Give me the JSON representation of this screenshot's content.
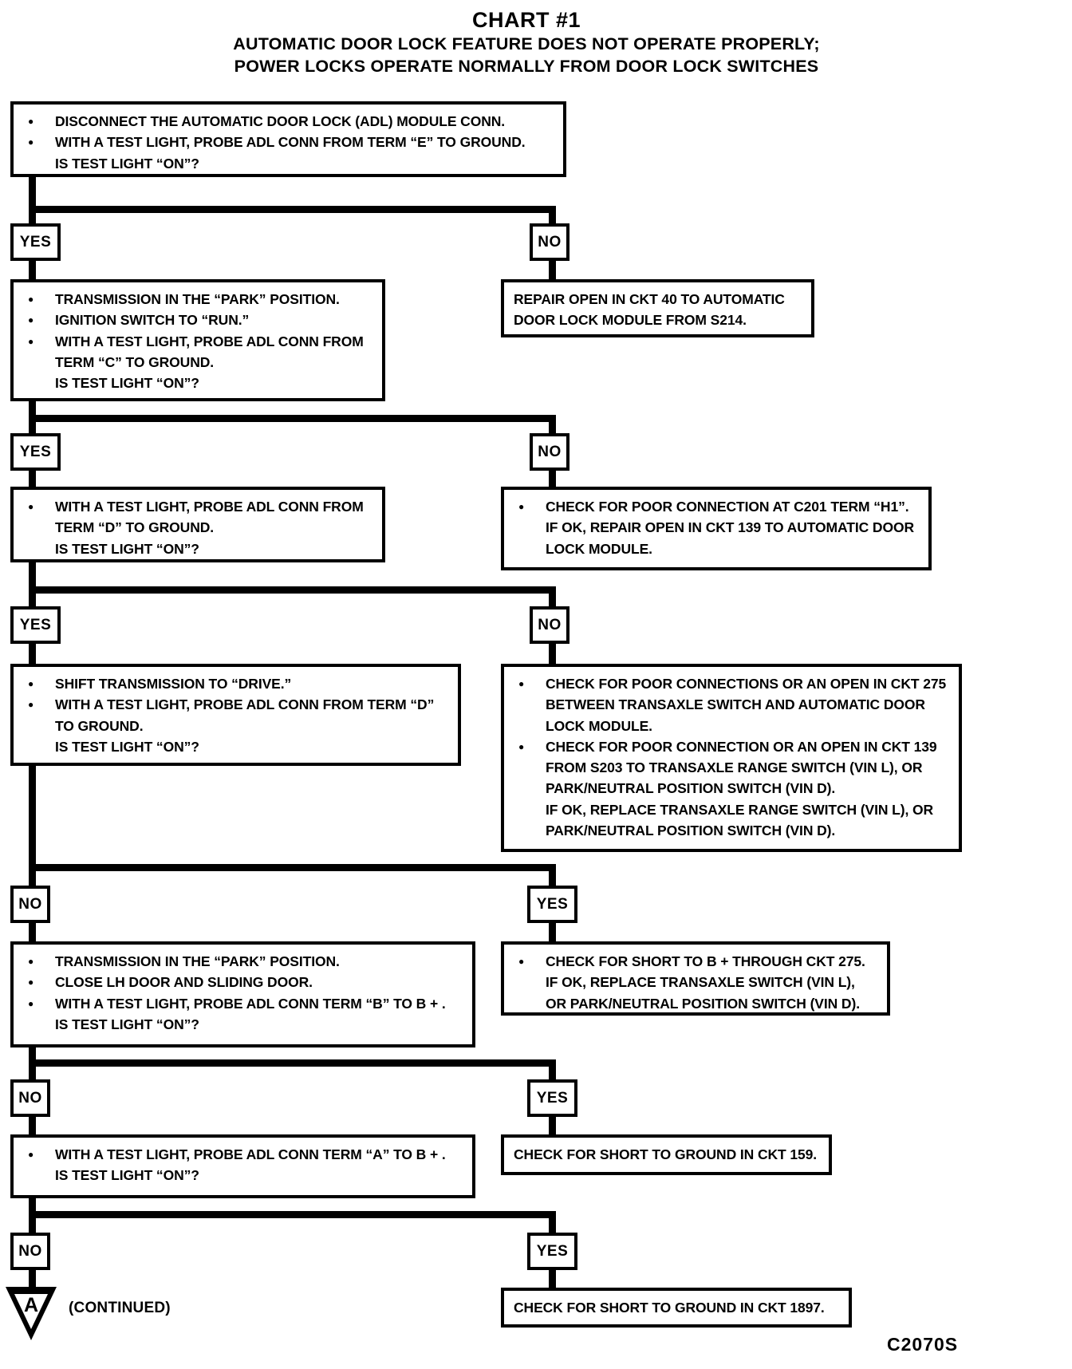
{
  "title": {
    "chart_no": "CHART #1",
    "line1": "AUTOMATIC DOOR LOCK FEATURE DOES NOT OPERATE PROPERLY;",
    "line2": "POWER LOCKS OPERATE NORMALLY FROM DOOR LOCK SWITCHES"
  },
  "boxes": {
    "q1": {
      "lines": [
        {
          "b": "●",
          "t": "DISCONNECT THE AUTOMATIC DOOR LOCK (ADL) MODULE CONN."
        },
        {
          "b": "●",
          "t": "WITH A TEST LIGHT, PROBE ADL CONN FROM TERM “E” TO GROUND."
        },
        {
          "b": "",
          "t": "IS TEST LIGHT “ON”?"
        }
      ]
    },
    "q2": {
      "lines": [
        {
          "b": "●",
          "t": "TRANSMISSION IN THE “PARK” POSITION."
        },
        {
          "b": "●",
          "t": "IGNITION SWITCH TO “RUN.”"
        },
        {
          "b": "●",
          "t": "WITH A TEST LIGHT, PROBE ADL CONN FROM TERM “C” TO GROUND."
        },
        {
          "b": "",
          "t": "IS TEST LIGHT “ON”?"
        }
      ]
    },
    "r2": {
      "text": "REPAIR OPEN IN CKT 40 TO AUTOMATIC DOOR LOCK MODULE FROM S214."
    },
    "q3": {
      "lines": [
        {
          "b": "●",
          "t": "WITH A TEST LIGHT, PROBE ADL CONN FROM TERM “D” TO GROUND."
        },
        {
          "b": "",
          "t": "IS TEST LIGHT “ON”?"
        }
      ]
    },
    "r3": {
      "lines": [
        {
          "b": "●",
          "t": "CHECK FOR POOR CONNECTION AT C201 TERM “H1”."
        },
        {
          "b": "",
          "t": "IF OK, REPAIR OPEN IN CKT 139 TO AUTOMATIC DOOR LOCK MODULE."
        }
      ]
    },
    "q4": {
      "lines": [
        {
          "b": "●",
          "t": "SHIFT TRANSMISSION TO “DRIVE.”"
        },
        {
          "b": "●",
          "t": "WITH A TEST LIGHT, PROBE ADL CONN FROM TERM “D” TO GROUND."
        },
        {
          "b": "",
          "t": "IS TEST LIGHT “ON”?"
        }
      ]
    },
    "r4": {
      "lines": [
        {
          "b": "●",
          "t": "CHECK FOR POOR CONNECTIONS OR AN OPEN IN CKT 275 BETWEEN TRANSAXLE SWITCH AND AUTOMATIC DOOR LOCK MODULE."
        },
        {
          "b": "●",
          "t": "CHECK FOR POOR CONNECTION OR AN OPEN IN CKT 139 FROM S203 TO TRANSAXLE RANGE SWITCH (VIN L), OR PARK/NEUTRAL POSITION SWITCH (VIN D)."
        },
        {
          "b": "",
          "t": "IF OK, REPLACE TRANSAXLE RANGE SWITCH (VIN L), OR PARK/NEUTRAL POSITION SWITCH (VIN D)."
        }
      ]
    },
    "q5": {
      "lines": [
        {
          "b": "●",
          "t": "TRANSMISSION IN THE “PARK” POSITION."
        },
        {
          "b": "●",
          "t": "CLOSE LH DOOR AND SLIDING DOOR."
        },
        {
          "b": "●",
          "t": "WITH A TEST LIGHT, PROBE ADL CONN TERM “B” TO B + ."
        },
        {
          "b": "",
          "t": "IS TEST LIGHT “ON”?"
        }
      ]
    },
    "r5": {
      "lines": [
        {
          "b": "●",
          "t": "CHECK FOR SHORT TO B +  THROUGH CKT 275."
        },
        {
          "b": "",
          "t": "IF OK, REPLACE TRANSAXLE SWITCH (VIN L), OR PARK/NEUTRAL POSITION SWITCH (VIN D)."
        }
      ]
    },
    "q6": {
      "lines": [
        {
          "b": "●",
          "t": "WITH A TEST LIGHT, PROBE ADL CONN TERM “A” TO B + ."
        },
        {
          "b": "",
          "t": "IS TEST LIGHT “ON”?"
        }
      ]
    },
    "r6": {
      "text": "CHECK FOR SHORT TO GROUND IN CKT 159."
    },
    "r7": {
      "text": "CHECK FOR SHORT TO GROUND IN CKT 1897."
    }
  },
  "tags": {
    "t1l": "YES",
    "t1r": "NO",
    "t2l": "YES",
    "t2r": "NO",
    "t3l": "YES",
    "t3r": "NO",
    "t4l": "NO",
    "t4r": "YES",
    "t5l": "NO",
    "t5r": "YES",
    "t6l": "NO",
    "t6r": "YES"
  },
  "connector": {
    "letter": "A",
    "continued": "(CONTINUED)"
  },
  "doc_code": "C2070S"
}
